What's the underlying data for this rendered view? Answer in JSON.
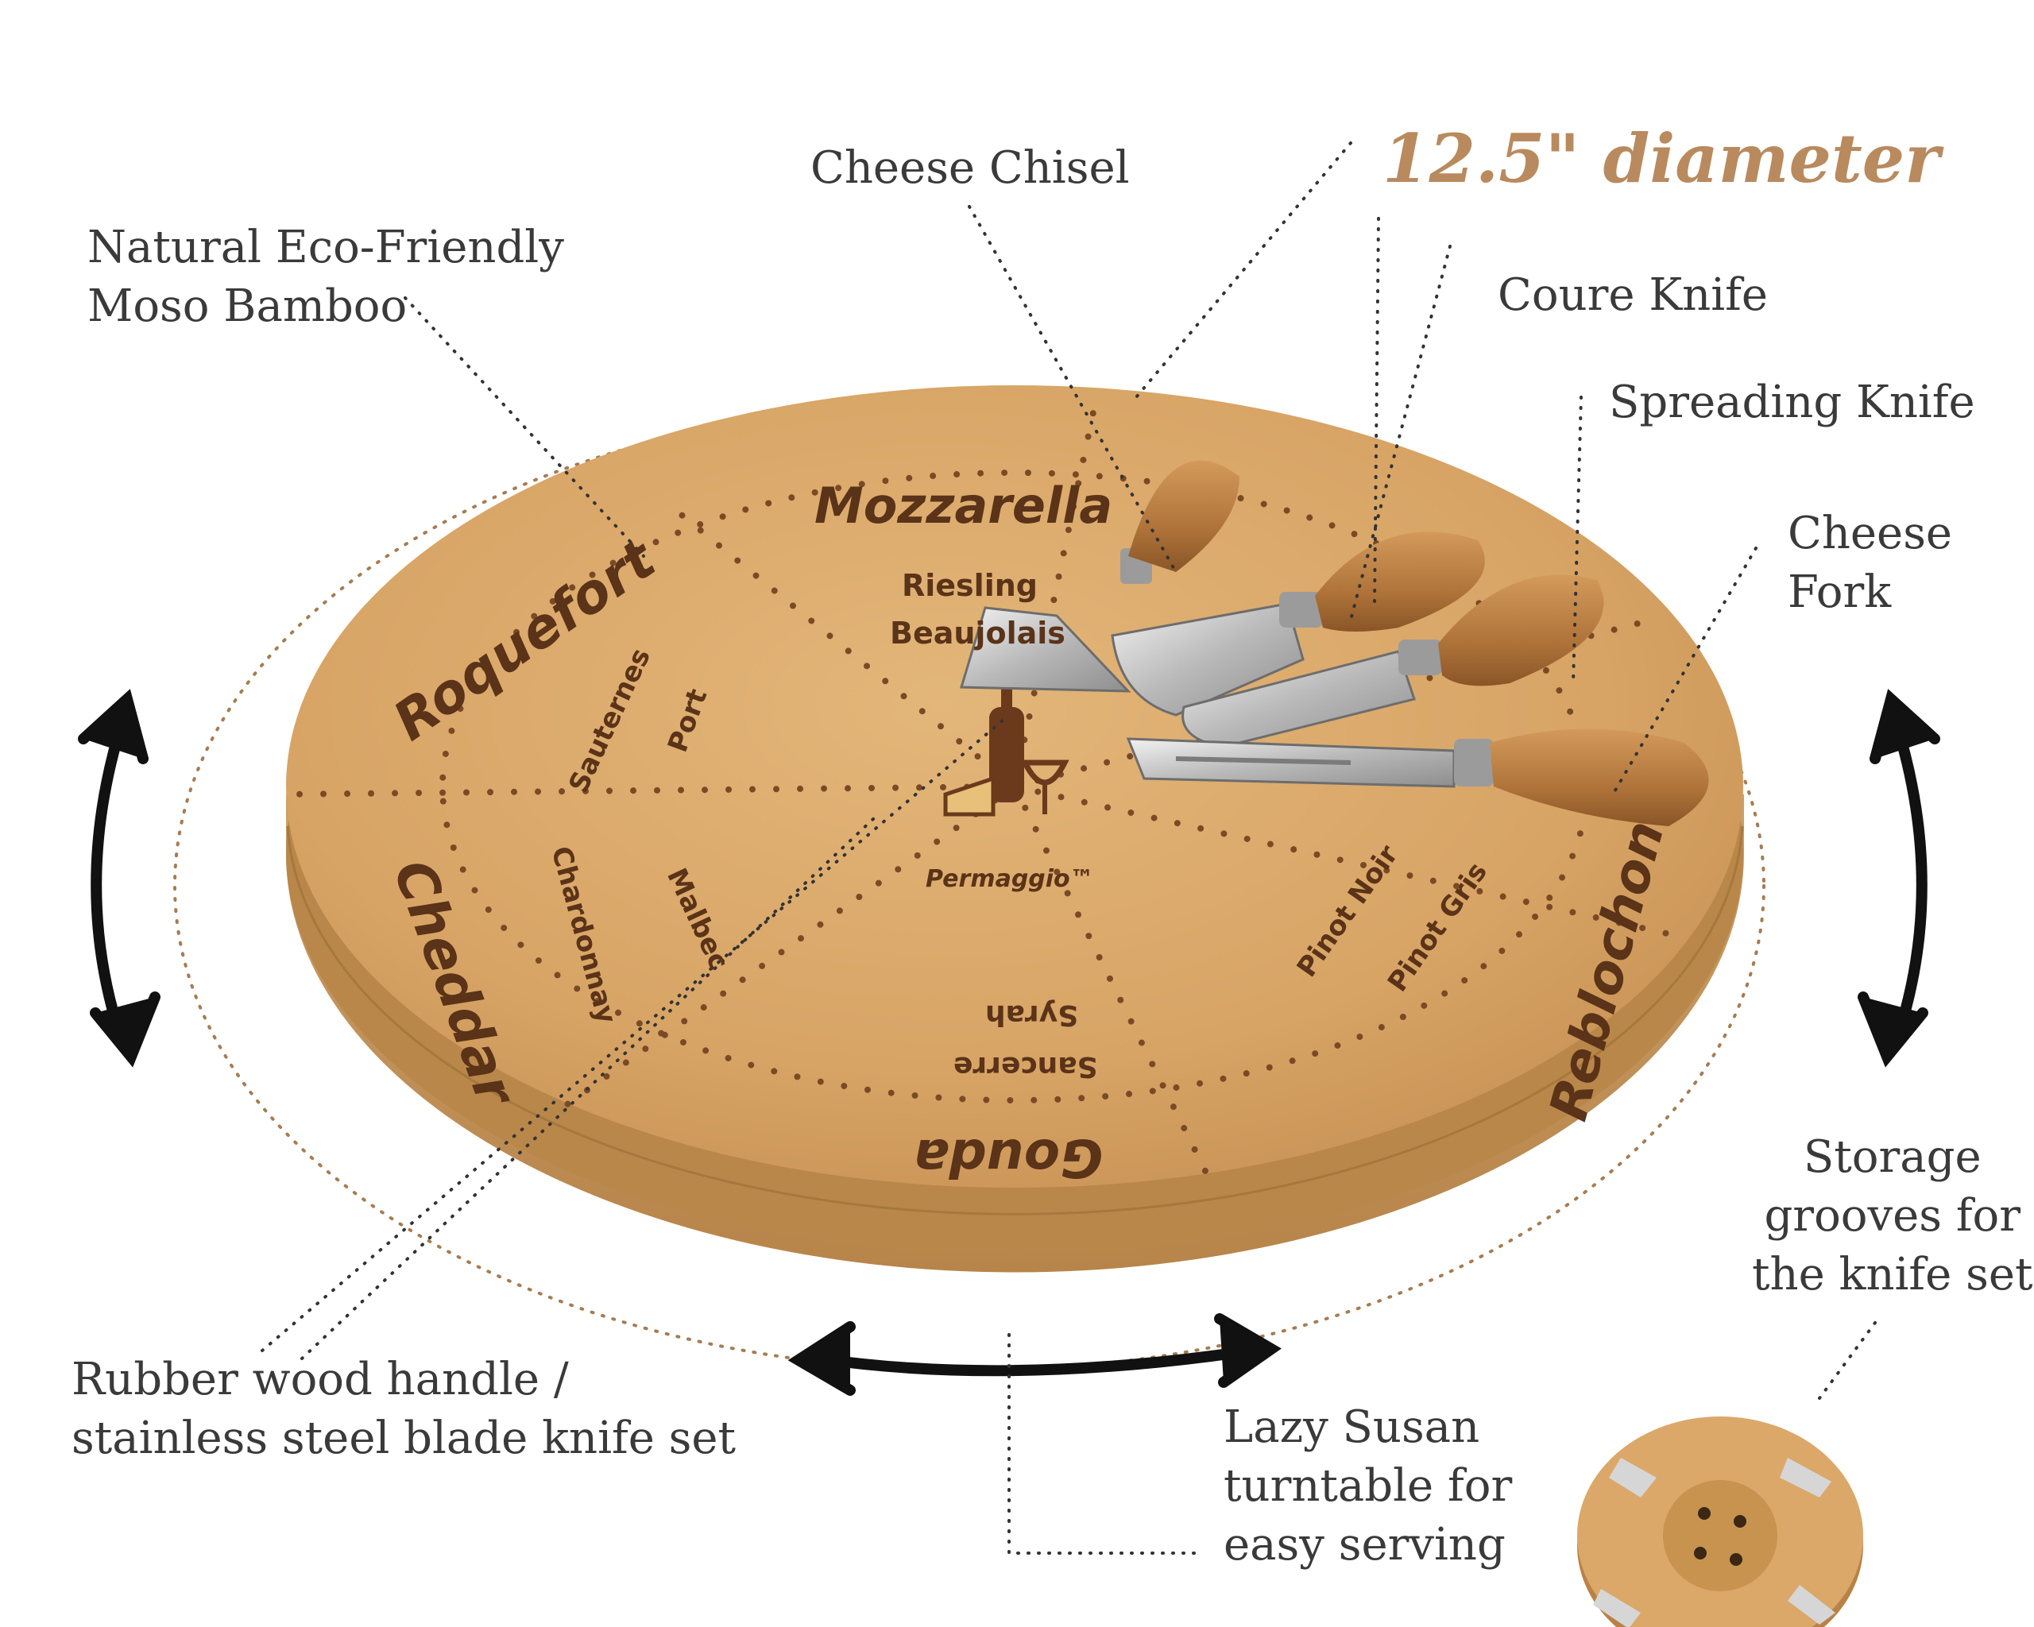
{
  "headline": "12.5\" diameter",
  "callouts": {
    "bamboo": [
      "Natural Eco-Friendly",
      "Moso Bamboo"
    ],
    "chisel": "Cheese Chisel",
    "coure": "Coure Knife",
    "spreading": "Spreading Knife",
    "fork": [
      "Cheese",
      "Fork"
    ],
    "storage": [
      "Storage",
      "grooves for",
      "the knife set"
    ],
    "rubber": [
      "Rubber wood handle /",
      "stainless steel blade knife set"
    ],
    "lazy": [
      "Lazy Susan",
      "turntable for",
      "easy serving"
    ]
  },
  "board": {
    "brand": "Permaggio™",
    "cheeses": [
      "Mozzarella",
      "Roquefort",
      "Cheddar",
      "Gouda",
      "Reblochon"
    ],
    "wines": [
      "Riesling",
      "Beaujolais",
      "Sauternes",
      "Port",
      "Chardonnay",
      "Malbec",
      "Sancerre",
      "Syrah",
      "Pinot Noir",
      "Pinot Gris"
    ]
  },
  "colors": {
    "wood_top": "#d9a86a",
    "wood_edge": "#c89458",
    "engraving": "#5a3318",
    "steel": "#c8c8c8",
    "headline": "#b98a5e",
    "dots": "#8a5a33"
  }
}
